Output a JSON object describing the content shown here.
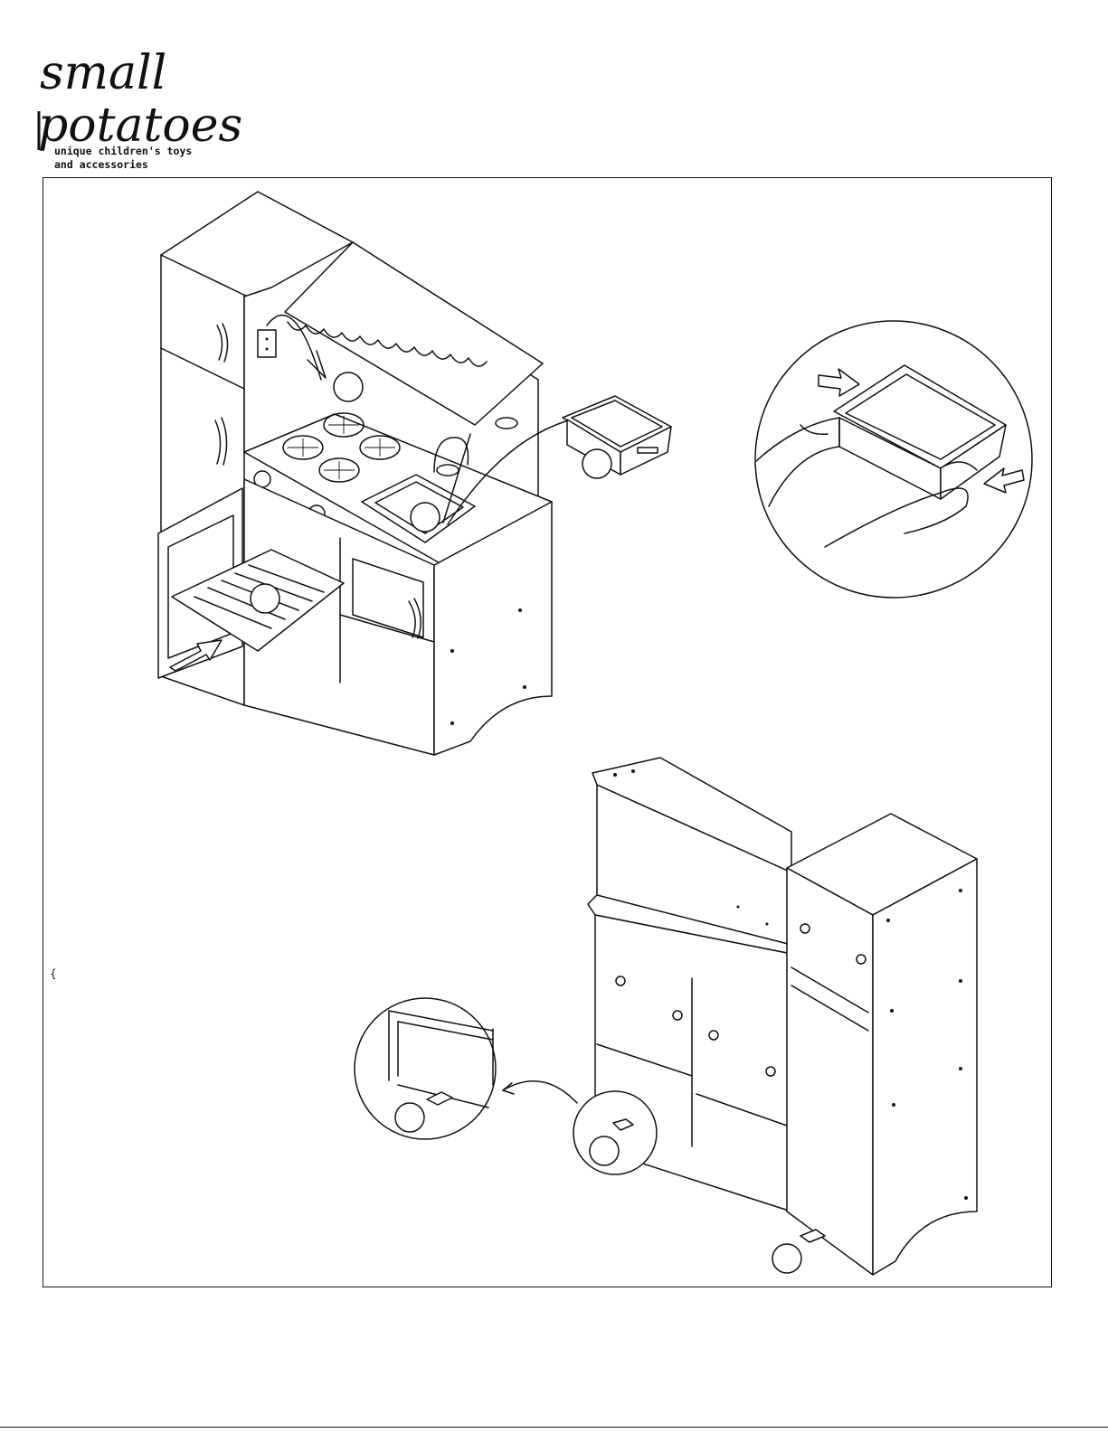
{
  "brand": {
    "logo_line1": "small",
    "logo_line2": "potatoes",
    "tagline_line1": "unique children's toys",
    "tagline_line2": "and accessories"
  },
  "figure": {
    "stray_mark": "{"
  }
}
